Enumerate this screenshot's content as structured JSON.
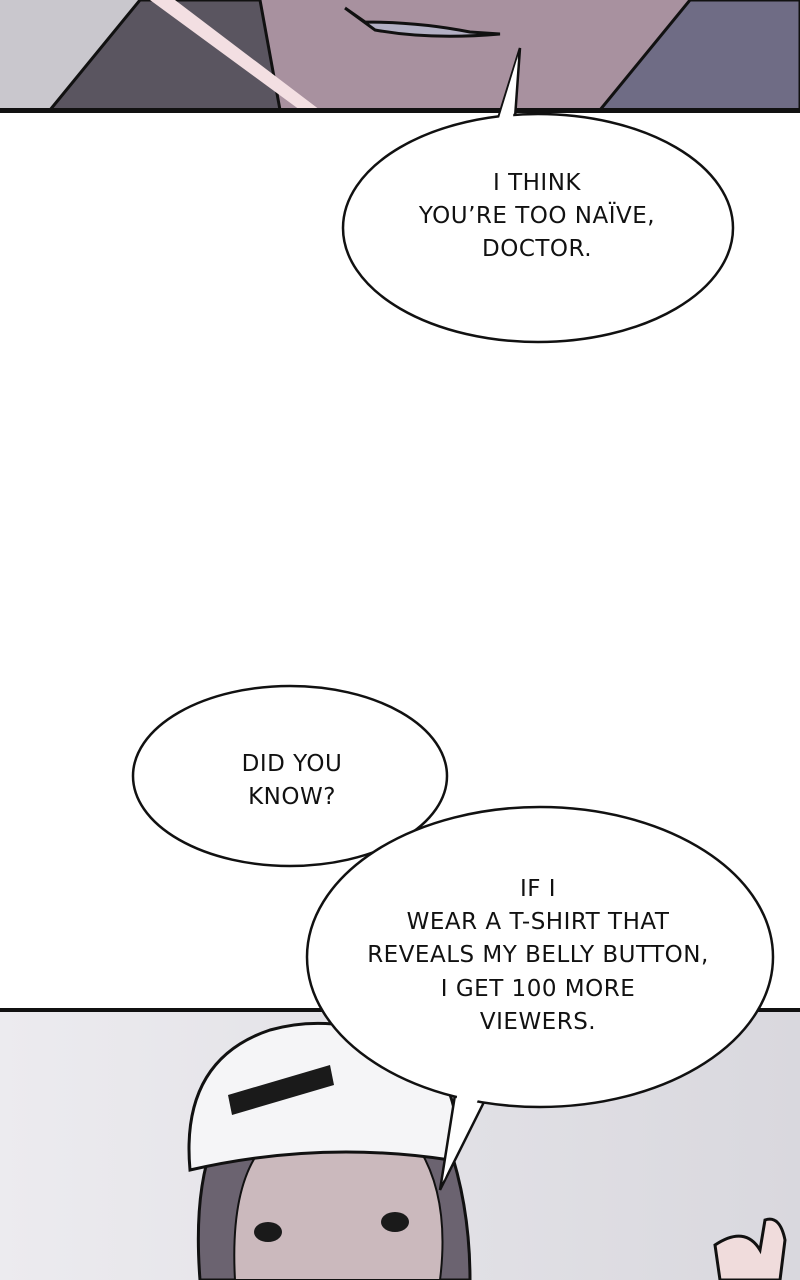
{
  "panels": [
    {
      "id": "top-panel",
      "description_colors": {
        "skin": "#a8919f",
        "hair": "#6e6a82",
        "bg": "#c8c6cc"
      }
    },
    {
      "id": "bottom-panel",
      "description_colors": {
        "bg": "#e4e3e8",
        "cap": "#f4f4f6",
        "hair": "#6b6370"
      }
    }
  ],
  "bubbles": [
    {
      "lines": [
        "I THINK",
        "YOU’RE TOO NAÏVE,",
        "DOCTOR."
      ]
    },
    {
      "lines": [
        "DID YOU",
        "KNOW?"
      ]
    },
    {
      "lines": [
        "IF I",
        "WEAR A T-SHIRT THAT",
        "REVEALS MY BELLY BUTTON,",
        "I GET 100 MORE",
        "VIEWERS."
      ]
    }
  ]
}
